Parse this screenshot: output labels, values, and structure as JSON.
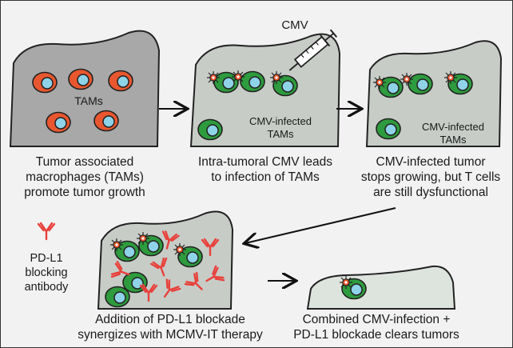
{
  "panels": {
    "p1": {
      "cell_label": "TAMs",
      "caption": [
        "Tumor associated",
        "macrophages (TAMs)",
        "promote tumor growth"
      ]
    },
    "p2": {
      "injection_label": "CMV",
      "cell_label": [
        "CMV-infected",
        "TAMs"
      ],
      "caption": [
        "Intra-tumoral CMV leads",
        "to infection of TAMs"
      ]
    },
    "p3": {
      "cell_label": [
        "CMV-infected",
        "TAMs"
      ],
      "caption": [
        "CMV-infected tumor",
        "stops growing, but T cells",
        "are still dysfunctional"
      ]
    },
    "p4": {
      "antibody_label": [
        "PD-L1",
        "blocking",
        "antibody"
      ],
      "caption": [
        "Addition of PD-L1 blockade",
        "synergizes with MCMV-IT therapy"
      ]
    },
    "p5": {
      "caption": [
        "Combined CMV-infection +",
        "PD-L1 blockade clears tumors"
      ]
    }
  },
  "colors": {
    "tumor": "#a8a8a8",
    "tumor_light": "#c7ccc7",
    "tumor_lightest": "#dde3dd",
    "tam": "#e8572f",
    "infected_tam": "#2e9b3e",
    "nucleus": "#8fd3e8",
    "virus": "#e8572f",
    "antibody": "#e8403a"
  }
}
